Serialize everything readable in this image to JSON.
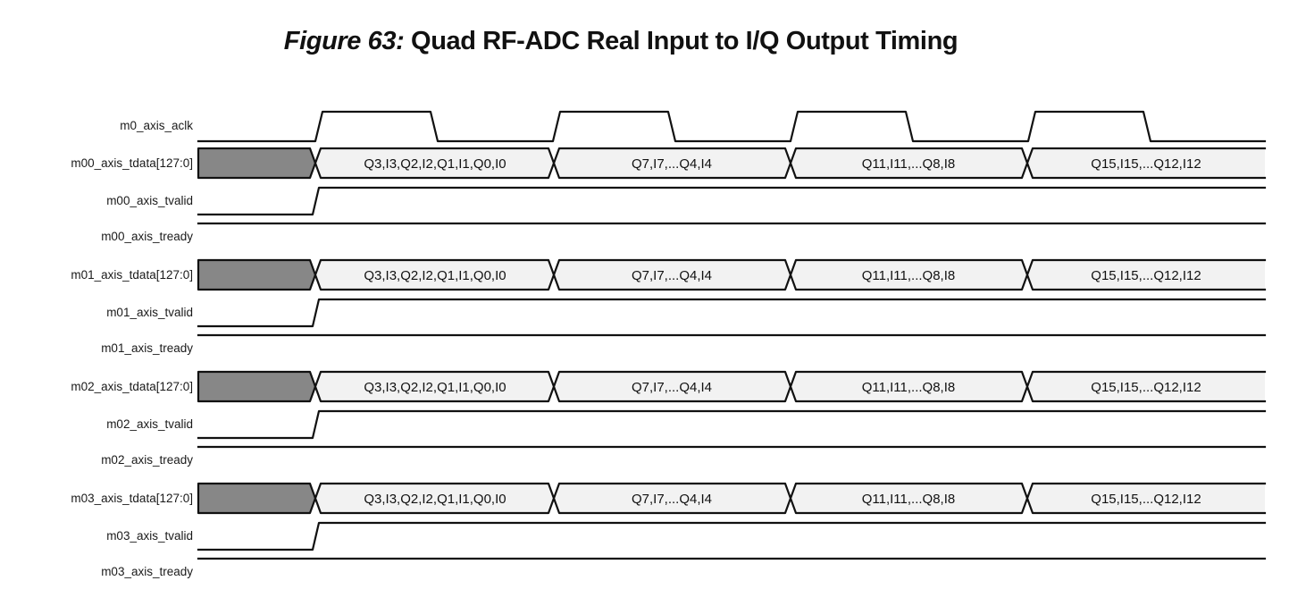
{
  "figure": {
    "prefix": "Figure 63:",
    "title": "Quad RF-ADC Real Input to I/Q Output Timing"
  },
  "colors": {
    "line": "#111111",
    "bus_undefined_fill": "#878787",
    "bus_valid_fill": "#f2f2f2",
    "background": "#ffffff"
  },
  "clock": {
    "label": "m0_axis_aclk",
    "rising_edges": 4,
    "initial_state": "low"
  },
  "groups": [
    {
      "tdata_label": "m00_axis_tdata[127:0]",
      "tvalid_label": "m00_axis_tvalid",
      "tready_label": "m00_axis_tready",
      "tdata_initial": "undefined",
      "values": [
        "Q3,I3,Q2,I2,Q1,I1,Q0,I0",
        "Q7,I7,...Q4,I4",
        "Q11,I11,...Q8,I8",
        "Q15,I15,...Q12,I12"
      ],
      "tvalid_behavior": "rises at first clock rising edge, stays high",
      "tready_behavior": "constant high"
    },
    {
      "tdata_label": "m01_axis_tdata[127:0]",
      "tvalid_label": "m01_axis_tvalid",
      "tready_label": "m01_axis_tready",
      "tdata_initial": "undefined",
      "values": [
        "Q3,I3,Q2,I2,Q1,I1,Q0,I0",
        "Q7,I7,...Q4,I4",
        "Q11,I11,...Q8,I8",
        "Q15,I15,...Q12,I12"
      ],
      "tvalid_behavior": "rises at first clock rising edge, stays high",
      "tready_behavior": "constant high"
    },
    {
      "tdata_label": "m02_axis_tdata[127:0]",
      "tvalid_label": "m02_axis_tvalid",
      "tready_label": "m02_axis_tready",
      "tdata_initial": "undefined",
      "values": [
        "Q3,I3,Q2,I2,Q1,I1,Q0,I0",
        "Q7,I7,...Q4,I4",
        "Q11,I11,...Q8,I8",
        "Q15,I15,...Q12,I12"
      ],
      "tvalid_behavior": "rises at first clock rising edge, stays high",
      "tready_behavior": "constant high"
    },
    {
      "tdata_label": "m03_axis_tdata[127:0]",
      "tvalid_label": "m03_axis_tvalid",
      "tready_label": "m03_axis_tready",
      "tdata_initial": "undefined",
      "values": [
        "Q3,I3,Q2,I2,Q1,I1,Q0,I0",
        "Q7,I7,...Q4,I4",
        "Q11,I11,...Q8,I8",
        "Q15,I15,...Q12,I12"
      ],
      "tvalid_behavior": "rises at first clock rising edge, stays high",
      "tready_behavior": "constant high"
    }
  ]
}
